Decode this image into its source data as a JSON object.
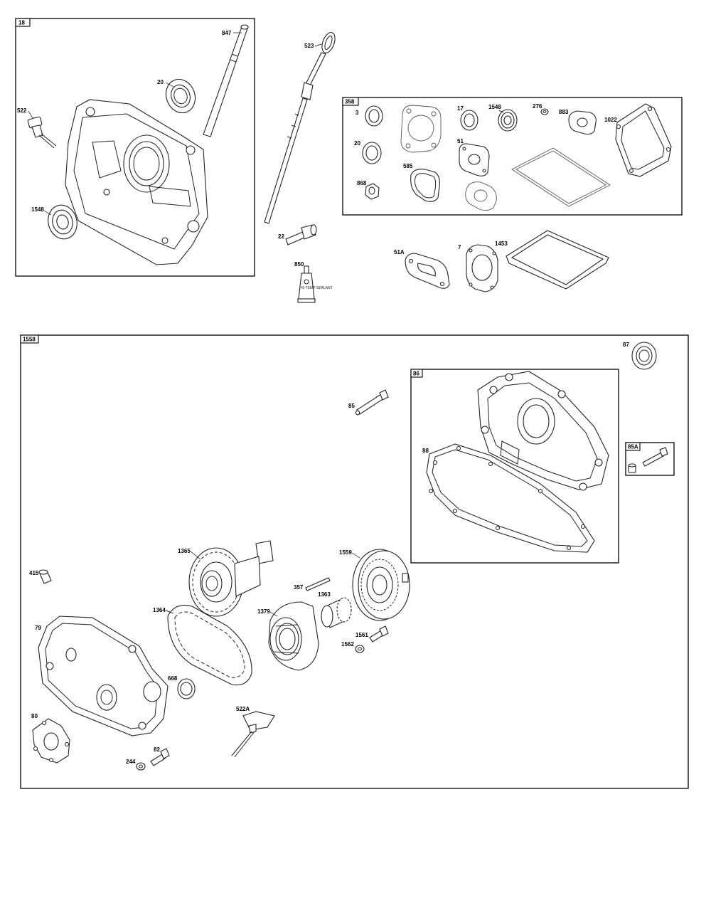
{
  "groups": {
    "g18": "18",
    "g358": "358",
    "g1558": "1558",
    "g86": "86",
    "g85A": "85A"
  },
  "callouts": {
    "c847": "847",
    "c523": "523",
    "c20a": "20",
    "c522": "522",
    "c1548a": "1548",
    "c22": "22",
    "c850": "850",
    "c3": "3",
    "c17": "17",
    "c1548b": "1548",
    "c276": "276",
    "c883": "883",
    "c1022": "1022",
    "c20b": "20",
    "c51": "51",
    "c585": "585",
    "c868": "868",
    "c51A": "51A",
    "c7": "7",
    "c1453": "1453",
    "c87": "87",
    "c85": "85",
    "c88": "88",
    "c1365": "1365",
    "c1559": "1559",
    "c415": "415",
    "c357": "357",
    "c1363": "1363",
    "c1364": "1364",
    "c1379": "1379",
    "c79": "79",
    "c1561": "1561",
    "c1562": "1562",
    "c668": "668",
    "c522A": "522A",
    "c80": "80",
    "c82": "82",
    "c244": "244"
  },
  "tube_label": "HI-TEMP SEALANT",
  "colors": {
    "line": "#000000",
    "background": "#ffffff"
  }
}
